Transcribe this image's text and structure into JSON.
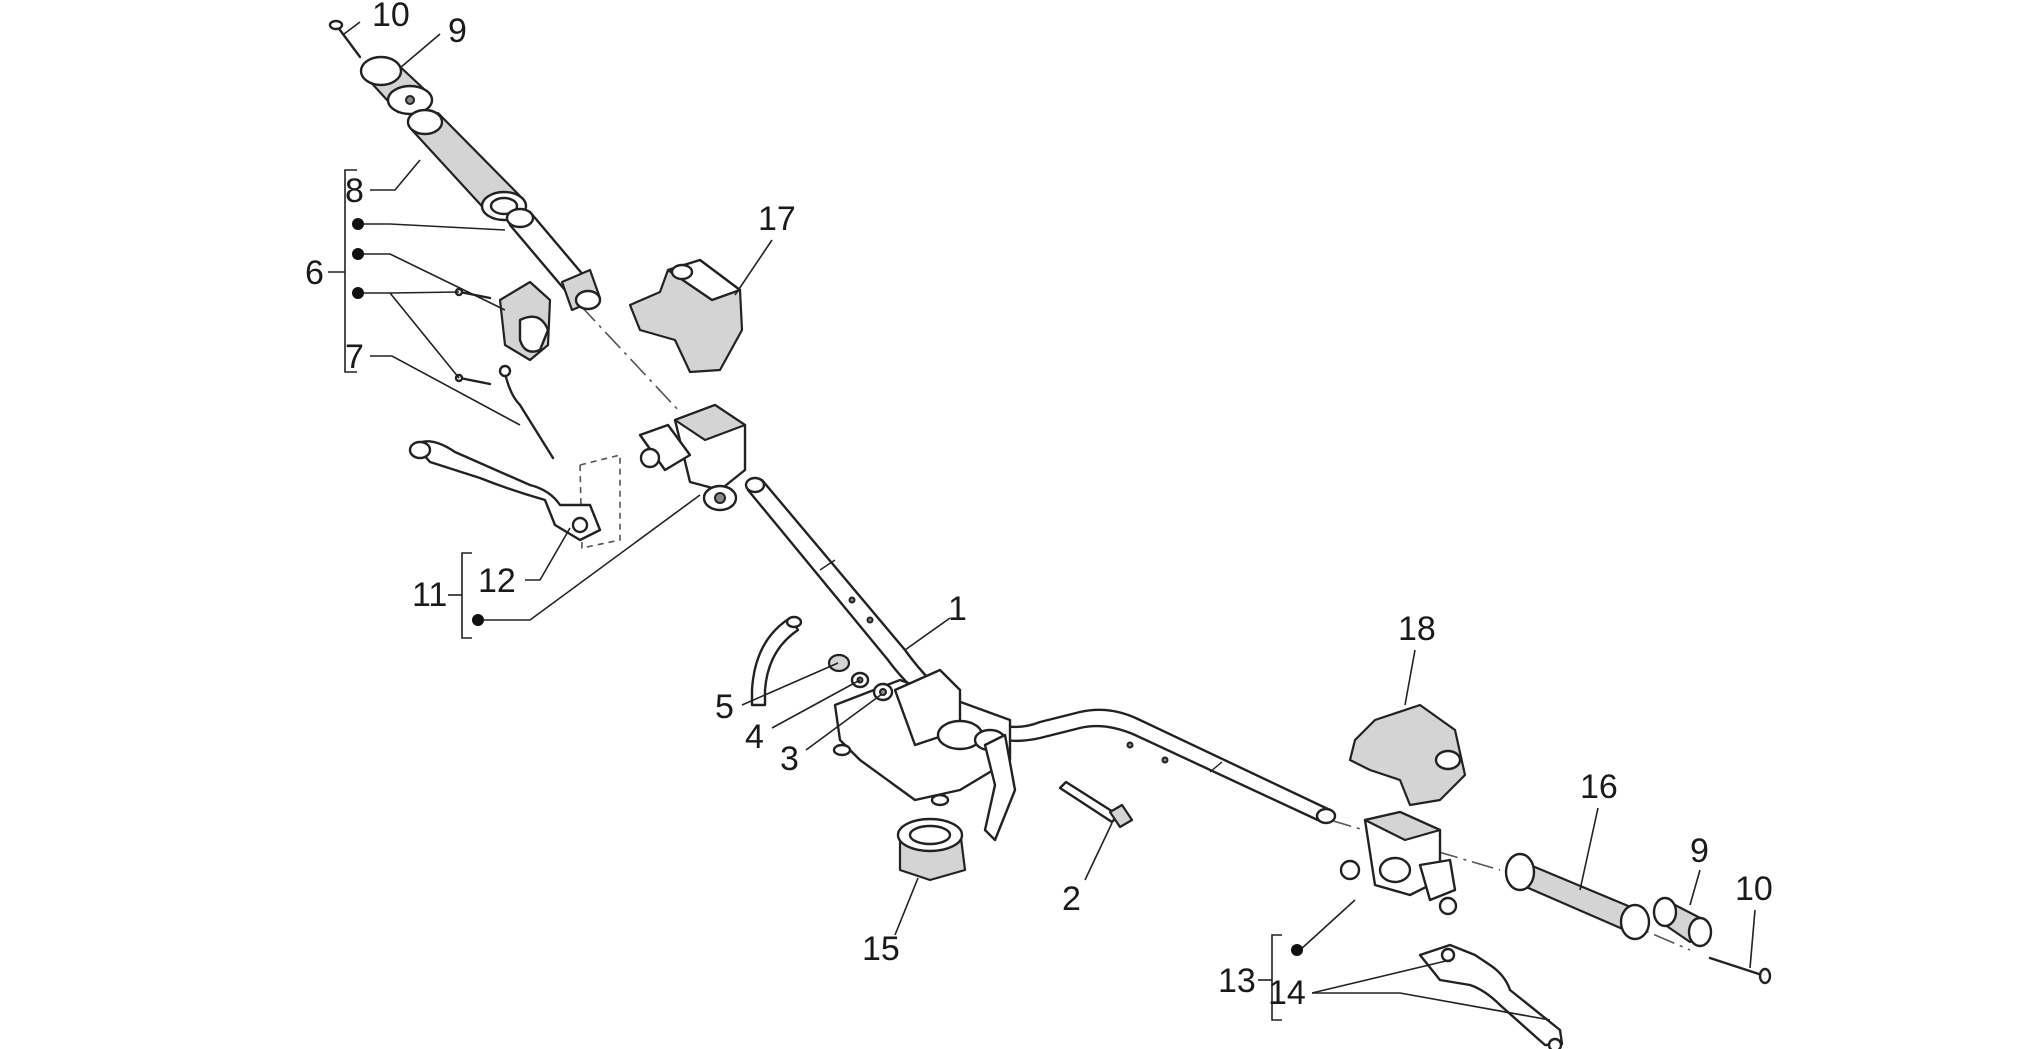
{
  "diagram": {
    "labels": {
      "l1": "1",
      "l2": "2",
      "l3": "3",
      "l4": "4",
      "l5": "5",
      "l6": "6",
      "l7": "7",
      "l8": "8",
      "l9a": "9",
      "l9b": "9",
      "l10a": "10",
      "l10b": "10",
      "l11": "11",
      "l12": "12",
      "l13": "13",
      "l14": "14",
      "l15": "15",
      "l16": "16",
      "l17": "17",
      "l18": "18"
    }
  }
}
